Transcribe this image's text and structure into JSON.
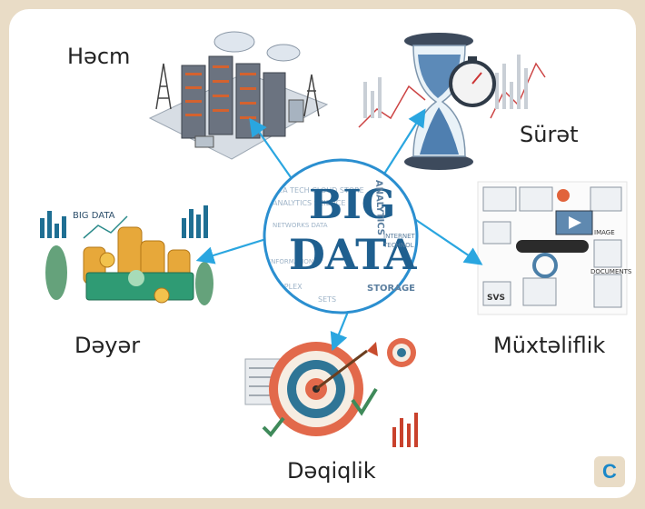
{
  "center": {
    "line1": "BIG",
    "line2": "DATA",
    "side_words": [
      "ANALYTICS",
      "STORAGE",
      "INTERNET",
      "TECHNOL",
      "COMPLEX",
      "SETS"
    ]
  },
  "labels": {
    "volume": "Həcm",
    "velocity": "Sürət",
    "value": "Dəyər",
    "variety": "Müxtəliflik",
    "veracity": "Dəqiqlik"
  },
  "illustration_text": {
    "value_art": "BIG DATA",
    "velocity_art": "",
    "variety_docs": "DOCUMENTS",
    "variety_image": "IMAGE",
    "variety_svs": "SVS"
  },
  "badge": "C",
  "colors": {
    "arrow": "#2aa6e0",
    "accent": "#1b88c9",
    "frame": "#e9dcc6",
    "circle": "#2b8fd0"
  }
}
